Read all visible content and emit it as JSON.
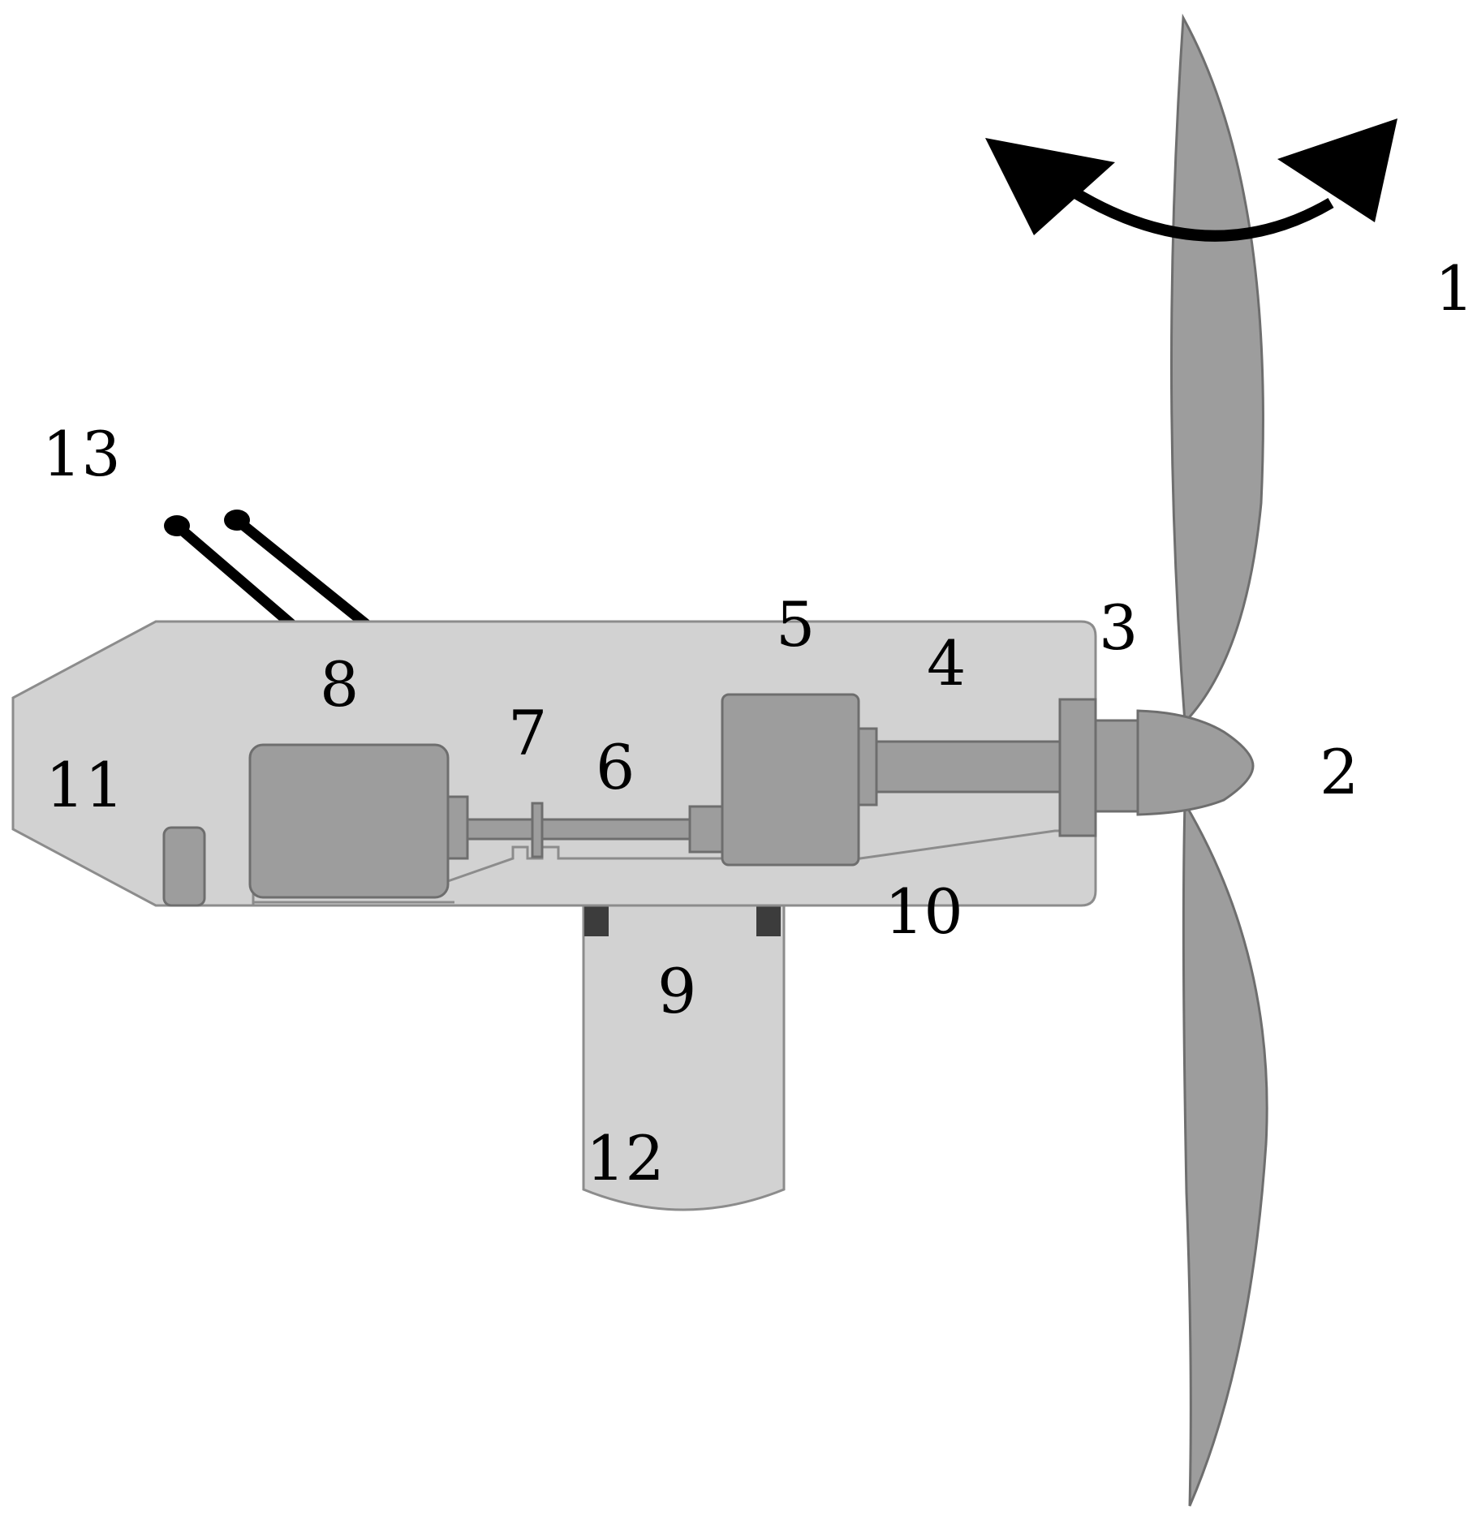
{
  "diagram": {
    "type": "wind-turbine-nacelle-cross-section",
    "colors": {
      "background": "#ffffff",
      "nacelle_fill": "#d2d2d2",
      "nacelle_stroke": "#8c8c8c",
      "component_fill": "#9d9d9d",
      "component_stroke": "#6e6e6e",
      "dark_pad": "#3c3c3c",
      "arrow": "#000000",
      "antenna": "#000000"
    },
    "labels": {
      "l1": "1",
      "l2": "2",
      "l3": "3",
      "l4": "4",
      "l5": "5",
      "l6": "6",
      "l7": "7",
      "l8": "8",
      "l9": "9",
      "l10": "10",
      "l11": "11",
      "l12": "12",
      "l13": "13"
    }
  }
}
